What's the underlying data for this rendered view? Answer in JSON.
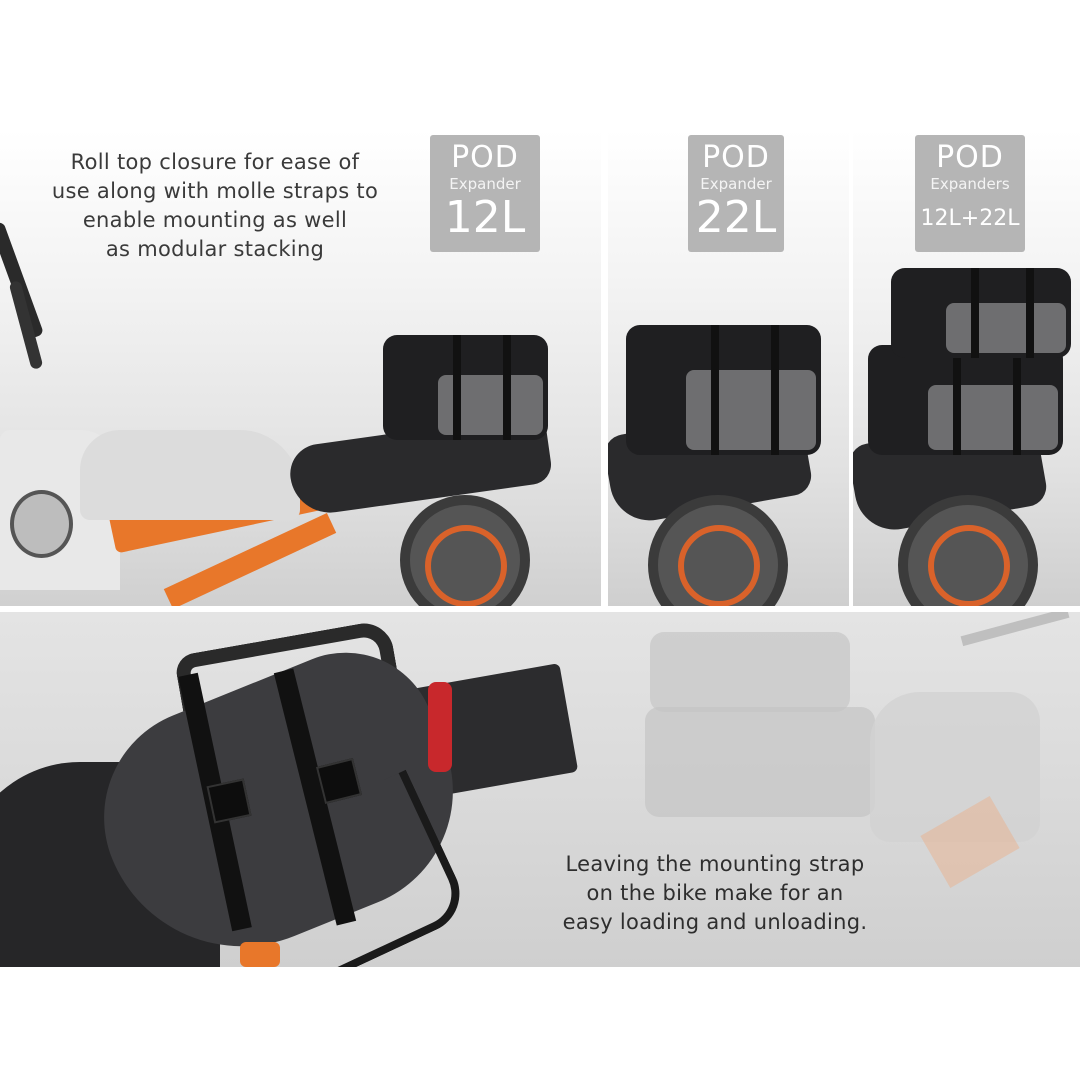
{
  "top_caption": {
    "lines": [
      "Roll top closure for ease of",
      "use along with molle straps to",
      "enable mounting as well",
      "as modular stacking"
    ]
  },
  "badges": [
    {
      "line1": "POD",
      "line2": "Expander",
      "size": "12L"
    },
    {
      "line1": "POD",
      "line2": "Expander",
      "size": "22L"
    },
    {
      "line1": "POD",
      "line2": "Expanders",
      "size": "12L+22L"
    }
  ],
  "bottom_caption": {
    "lines": [
      "Leaving the mounting strap",
      "on the bike make for an",
      "easy loading and unloading."
    ]
  },
  "colors": {
    "badge_bg": "#b5b5b5",
    "badge_text": "#ffffff",
    "caption_text": "#3a3a3a",
    "bike_orange": "#e8772a",
    "bag_black": "#1f1f21",
    "bag_grey": "#6e6e70"
  },
  "images": [
    {
      "name": "motorcycle-with-12l-pod",
      "description": "Orange/white motorcycle with 12L bag on rear seat"
    },
    {
      "name": "motorcycle-with-22l-pod",
      "description": "Rear of motorcycle with 22L bag"
    },
    {
      "name": "motorcycle-with-stacked-pods",
      "description": "Rear of motorcycle with 12L stacked on 22L"
    },
    {
      "name": "mounting-strap-closeup",
      "description": "Close-up of mounting straps on rear seat"
    },
    {
      "name": "faded-motorcycle-stacked",
      "description": "Faded background motorcycle with stacked bags"
    }
  ]
}
